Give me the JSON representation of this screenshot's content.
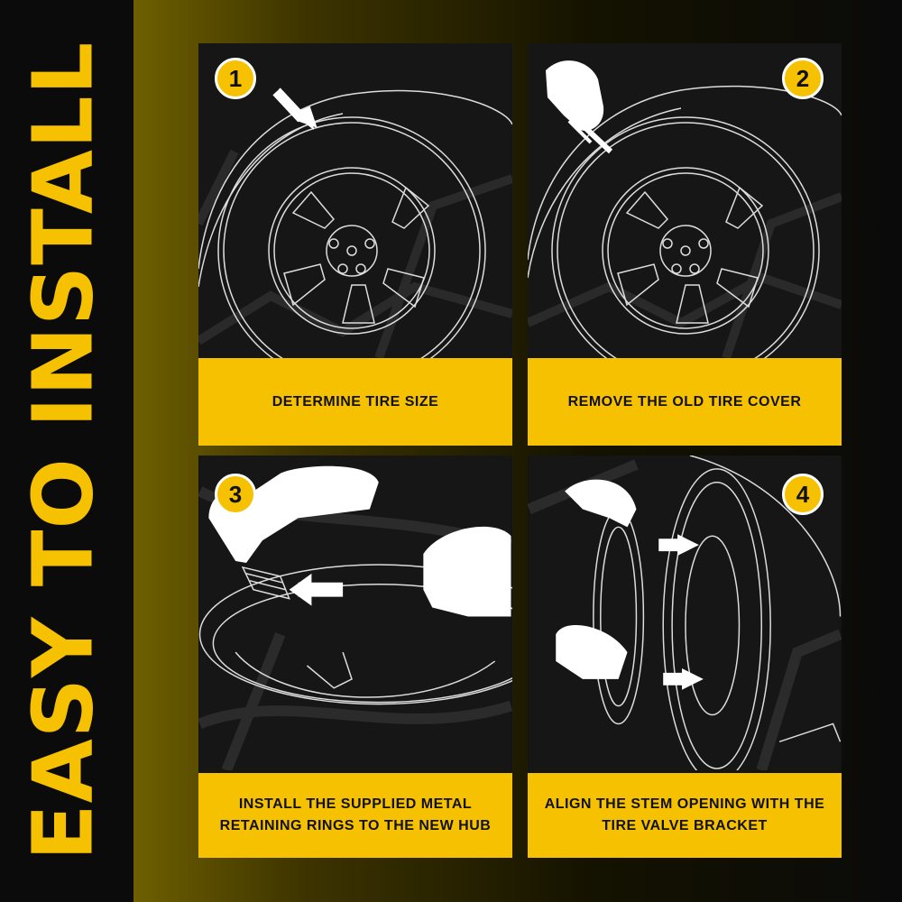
{
  "title": "EASY TO INSTALL",
  "accent_color": "#f5c100",
  "steps": [
    {
      "number": "1",
      "caption": "DETERMINE TIRE SIZE",
      "illustration": "wheel-arrow-icon"
    },
    {
      "number": "2",
      "caption": "REMOVE THE OLD TIRE COVER",
      "illustration": "hand-pry-tool-icon"
    },
    {
      "number": "3",
      "caption": "INSTALL THE SUPPLIED METAL RETAINING RINGS TO THE NEW HUB",
      "illustration": "hands-ring-clip-icon"
    },
    {
      "number": "4",
      "caption": "ALIGN THE STEM OPENING WITH THE TIRE VALVE BRACKET",
      "illustration": "hands-hubcap-align-icon"
    }
  ]
}
